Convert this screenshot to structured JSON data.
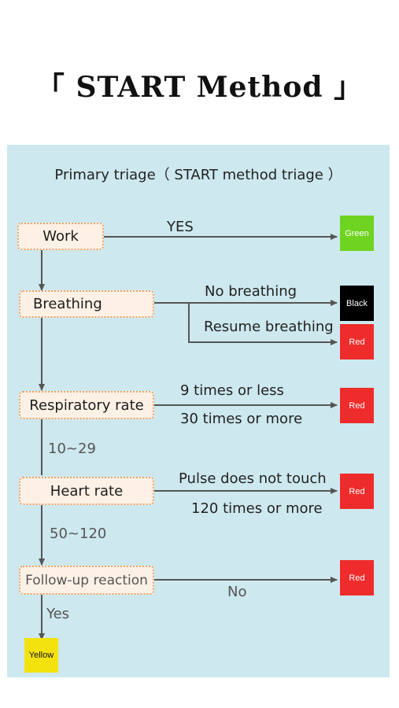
{
  "title": "「 START Method 」",
  "panel_heading": "Primary triage（ START method triage ）",
  "nodes": {
    "work": "Work",
    "breathing": "Breathing",
    "respiratory_rate": "Respiratory rate",
    "heart_rate": "Heart rate",
    "follow_up": "Follow-up reaction"
  },
  "tags": {
    "green": "Green",
    "black": "Black",
    "red": "Red",
    "yellow": "Yellow"
  },
  "edge_labels": {
    "work_yes": "YES",
    "no_breathing": "No breathing",
    "resume_breathing": "Resume breathing",
    "nine_or_less": "9 times or less",
    "thirty_or_more": "30 times or more",
    "resp_range": "10~29",
    "pulse_no_touch": "Pulse does not touch",
    "hr_120_more": "120 times or more",
    "hr_range": "50~120",
    "follow_no": "No",
    "follow_yes": "Yes"
  },
  "colors": {
    "green": "#6fd321",
    "black": "#000000",
    "red": "#ee2c2c",
    "yellow": "#f4e20f",
    "panel": "#cde8ee",
    "node_fill": "#fdf1e6",
    "node_border": "#e8a36b"
  }
}
